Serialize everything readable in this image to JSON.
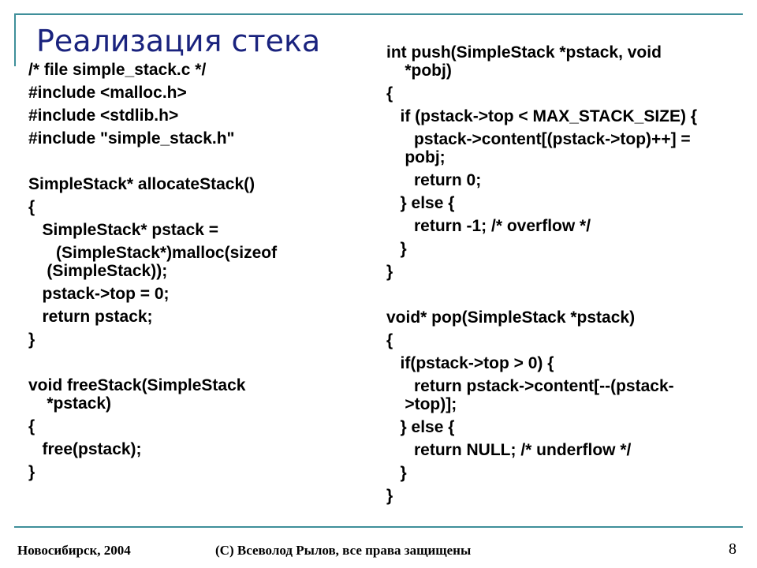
{
  "slide": {
    "title": "Реализация стека",
    "left_code": [
      {
        "text": "/* file simple_stack.c */"
      },
      {
        "text": "#include <malloc.h>"
      },
      {
        "text": "#include <stdlib.h>"
      },
      {
        "text": "#include \"simple_stack.h\""
      },
      {
        "text": ""
      },
      {
        "text": "SimpleStack* allocateStack()"
      },
      {
        "text": "{"
      },
      {
        "text": "   SimpleStack* pstack ="
      },
      {
        "text": "      (SimpleStack*)malloc(sizeof",
        "wrap": true
      },
      {
        "text": "    (SimpleStack));"
      },
      {
        "text": "   pstack->top = 0;"
      },
      {
        "text": "   return pstack;"
      },
      {
        "text": "}"
      },
      {
        "text": ""
      },
      {
        "text": "void freeStack(SimpleStack",
        "wrap": true
      },
      {
        "text": "    *pstack)"
      },
      {
        "text": "{"
      },
      {
        "text": "   free(pstack);"
      },
      {
        "text": "}"
      }
    ],
    "right_code": [
      {
        "text": "int push(SimpleStack *pstack, void",
        "wrap": true
      },
      {
        "text": "    *pobj)"
      },
      {
        "text": "{"
      },
      {
        "text": "   if (pstack->top < MAX_STACK_SIZE) {"
      },
      {
        "text": "      pstack->content[(pstack->top)++] =",
        "wrap": true
      },
      {
        "text": "    pobj;"
      },
      {
        "text": "      return 0;"
      },
      {
        "text": "   } else {"
      },
      {
        "text": "      return -1; /* overflow */"
      },
      {
        "text": "   }"
      },
      {
        "text": "}"
      },
      {
        "text": ""
      },
      {
        "text": "void* pop(SimpleStack *pstack)"
      },
      {
        "text": "{"
      },
      {
        "text": "   if(pstack->top > 0) {"
      },
      {
        "text": "      return pstack->content[--(pstack-",
        "wrap": true
      },
      {
        "text": "    >top)];"
      },
      {
        "text": "   } else {"
      },
      {
        "text": "      return NULL; /* underflow */"
      },
      {
        "text": "   }"
      },
      {
        "text": "}"
      }
    ]
  },
  "footer": {
    "left": "Новосибирск, 2004",
    "center": "(C) Всеволод Рылов, все права защищены",
    "page_number": "8"
  },
  "colors": {
    "title": "#1a237e",
    "frame": "#3f8f9a",
    "text": "#000000"
  }
}
